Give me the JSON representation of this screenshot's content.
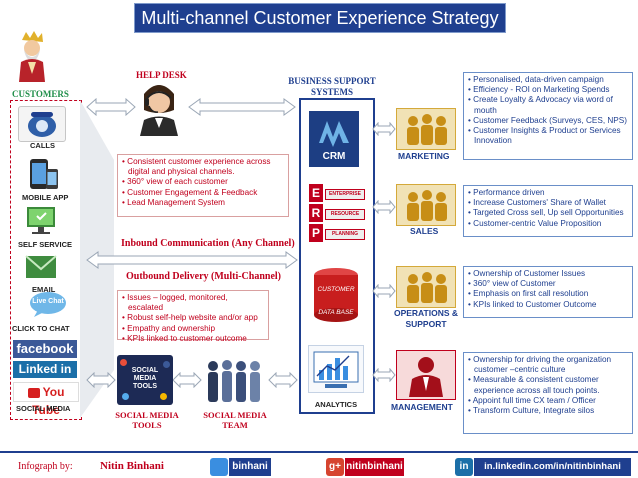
{
  "title": "Multi-channel Customer Experience Strategy",
  "customers": {
    "label": "CUSTOMERS",
    "channels": [
      "CALLS",
      "MOBILE APP",
      "SELF SERVICE",
      "EMAIL",
      "CLICK TO CHAT",
      "SOCIAL MEDIA"
    ],
    "social_logos": {
      "facebook": "facebook",
      "linkedin": "Linked in",
      "youtube": "You Tube"
    },
    "chat_bubble": "Live Chat"
  },
  "help_desk": {
    "label": "HELP DESK",
    "bullets": [
      "Consistent customer experience across digital and physical channels.",
      "360° view of each customer",
      "Customer Engagement & Feedback",
      "Lead Management System"
    ]
  },
  "inbound": "Inbound Communication (Any Channel)",
  "outbound": {
    "label": "Outbound Delivery (Multi-Channel)",
    "bullets": [
      "Issues – logged, monitored, escalated",
      "Robust self-help website and/or app",
      "Empathy and ownership",
      "KPIs linked to customer outcome"
    ]
  },
  "social_tools": {
    "label": "SOCIAL MEDIA TOOLS",
    "image_text": "SOCIAL MEDIA TOOLS"
  },
  "social_team": {
    "label": "SOCIAL MEDIA TEAM"
  },
  "business_support": {
    "label": "BUSINESS SUPPORT SYSTEMS",
    "crm": "CRM",
    "erp_letters": [
      "E",
      "R",
      "P"
    ],
    "erp_tags": [
      "ENTERPRISE",
      "RESOURCE",
      "PLANNING"
    ],
    "db_text": [
      "CUSTOMER",
      "DATA BASE"
    ],
    "analytics": "ANALYTICS"
  },
  "departments": [
    {
      "label": "MARKETING",
      "bullets": [
        "Personalised, data-driven campaign",
        "Efficiency - ROI on Marketing Spends",
        "Create Loyalty & Advocacy via word of mouth",
        "Customer Feedback (Surveys, CES, NPS)",
        "Customer Insights & Product or Services Innovation"
      ]
    },
    {
      "label": "SALES",
      "bullets": [
        "Performance driven",
        "Increase Customers' Share of Wallet",
        "Targeted Cross sell, Up sell Opportunities",
        "Customer-centric Value Proposition"
      ]
    },
    {
      "label": "OPERATIONS & SUPPORT",
      "bullets": [
        "Ownership of Customer Issues",
        "360° view of Customer",
        "Emphasis on first call resolution",
        "KPIs linked to Customer Outcome"
      ]
    },
    {
      "label": "MANAGEMENT",
      "bullets": [
        "Ownership for driving the organization customer –centric culture",
        "Measurable & consistent customer experience  across all touch points.",
        "Appoint full time CX team / Officer",
        "Transform Culture, Integrate silos"
      ]
    }
  ],
  "footer": {
    "by_label": "Infograph by:",
    "author": "Nitin Binhani",
    "twitter": "binhani",
    "gplus": "nitinbinhani",
    "linkedin": "in.linkedin.com/in/nitinbinhani"
  },
  "colors": {
    "navy": "#1f3f8f",
    "red": "#c0001d",
    "gold": "#d4a93a"
  }
}
